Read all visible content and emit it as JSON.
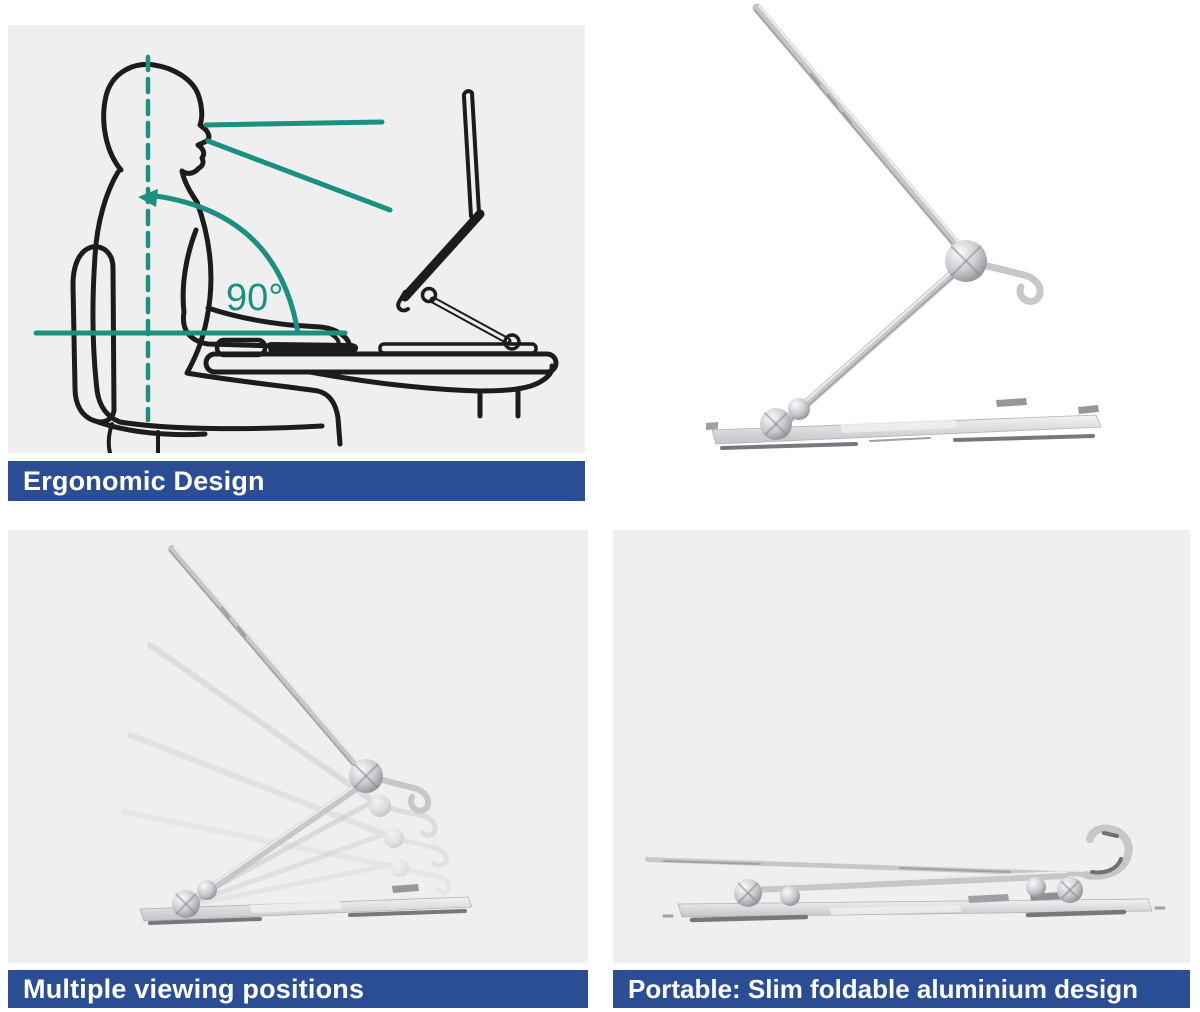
{
  "colors": {
    "panel_bg": "#efefef",
    "banner_bg": "#2b4d94",
    "banner_text": "#ffffff",
    "annotation_teal": "#1b9080",
    "line_art": "#1c1c1c",
    "aluminum_light": "#ecedee",
    "aluminum_mid": "#c5c7cb",
    "aluminum_dark": "#8e9094"
  },
  "panels": {
    "ergonomic": {
      "caption": "Ergonomic Design",
      "angle_label": "90°"
    },
    "open_stand": {
      "description": "side view of opened aluminium laptop stand"
    },
    "positions": {
      "caption": "Multiple viewing positions"
    },
    "portable": {
      "caption": "Portable: Slim foldable aluminium design"
    }
  }
}
